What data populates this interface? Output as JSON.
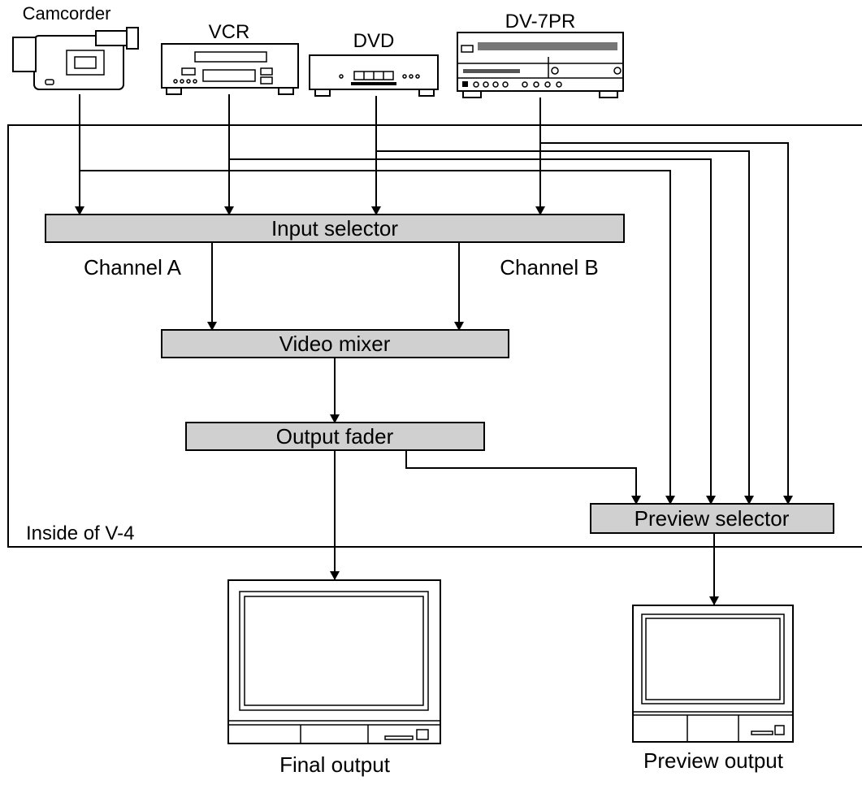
{
  "devices": {
    "camcorder": "Camcorder",
    "vcr": "VCR",
    "dvd": "DVD",
    "dv7pr": "DV-7PR"
  },
  "enclosure_label": "Inside of V-4",
  "blocks": {
    "input_selector": "Input selector",
    "video_mixer": "Video mixer",
    "output_fader": "Output fader",
    "preview_selector": "Preview selector"
  },
  "channels": {
    "a": "Channel A",
    "b": "Channel B"
  },
  "outputs": {
    "final": "Final output",
    "preview": "Preview output"
  },
  "icons": [
    "camcorder-icon",
    "vcr-icon",
    "dvd-player-icon",
    "dv-recorder-icon",
    "monitor-icon"
  ]
}
